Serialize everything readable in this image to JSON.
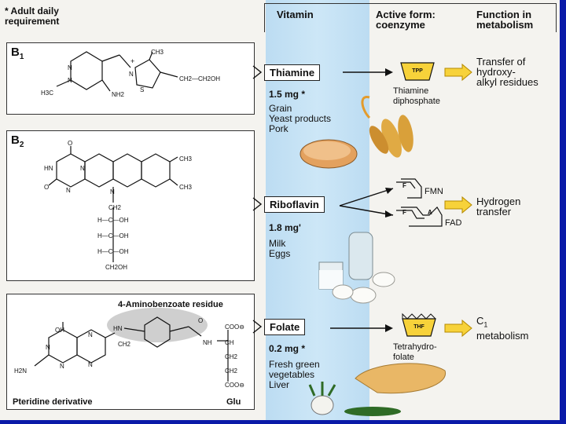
{
  "note": "* Adult daily\nrequirement",
  "headers": {
    "vitamin": "Vitamin",
    "active_form": "Active form:\ncoenzyme",
    "function": "Function in\nmetabolism"
  },
  "b1": {
    "label": "B",
    "subscript": "1",
    "vitamin": "Thiamine",
    "amount": "1.5 mg *",
    "sources": "Grain\nYeast products\nPork",
    "coenzyme_tag": "TPP",
    "coenzyme_name": "Thiamine\ndiphosphate",
    "function": "Transfer of\nhydroxy-\nalkyl residues",
    "struct": {
      "ch3_top": "CH3",
      "plus": "+",
      "ch2_link": "CH2—CH2OH",
      "h3c": "H3C",
      "nh2": "NH2",
      "n1": "N",
      "n2": "N",
      "n3": "N",
      "s": "S"
    }
  },
  "b2": {
    "label": "B",
    "subscript": "2",
    "vitamin": "Riboflavin",
    "amount": "1.8 mg'",
    "sources": "Milk\nEggs",
    "fmn_tag": "F",
    "fmn_name": "FMN",
    "fad_tag_f": "F",
    "fad_tag_a": "A",
    "fad_name": "FAD",
    "function": "Hydrogen\ntransfer",
    "struct": {
      "o1": "O",
      "o2": "O",
      "hn": "HN",
      "n1": "N",
      "n2": "N",
      "n3": "N",
      "ch3a": "CH3",
      "ch3b": "CH3",
      "ch2": "CH2",
      "r1": "H—C—OH",
      "r2": "H—C—OH",
      "r3": "H—C—OH",
      "ch2oh": "CH2OH"
    }
  },
  "folate": {
    "residue_label": "4-Aminobenzoate residue",
    "vitamin": "Folate",
    "amount": "0.2 mg *",
    "sources": "Fresh green\nvegetables\nLiver",
    "coenzyme_tag": "THF",
    "coenzyme_name": "Tetrahydro-\nfolate",
    "function_main": "C",
    "function_sub": "1",
    "function_rest": "metabolism",
    "pteridine_label": "Pteridine derivative",
    "glu_label": "Glu",
    "struct": {
      "oh": "OH",
      "hn": "HN",
      "o": "O",
      "coo1": "COO⊖",
      "nh": "NH",
      "ch": "CH",
      "ch2a": "CH2",
      "ch2b": "CH2",
      "ch2c": "CH2",
      "coo2": "COO⊖",
      "h2n": "H2N",
      "n1": "N",
      "n2": "N",
      "n3": "N",
      "n4": "N"
    }
  }
}
